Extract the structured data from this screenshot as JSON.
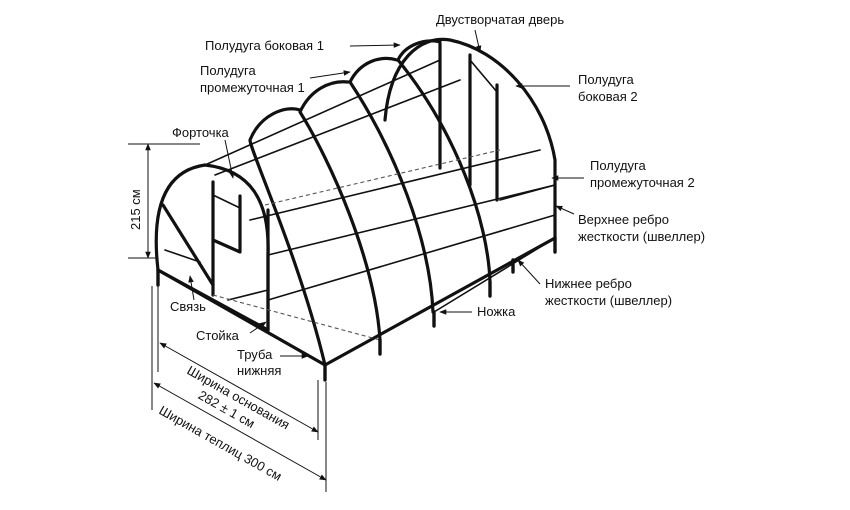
{
  "labels": {
    "half_arc_side_1": "Полудуга боковая 1",
    "double_door": "Двустворчатая дверь",
    "half_arc_intermediate_1": [
      "Полудуга",
      "промежуточная 1"
    ],
    "half_arc_side_2": [
      "Полудуга",
      "боковая 2"
    ],
    "window_vent": "Форточка",
    "half_arc_intermediate_2": [
      "Полудуга",
      "промежуточная 2"
    ],
    "upper_stiffener": [
      "Верхнее ребро",
      "жесткости (швеллер)"
    ],
    "lower_stiffener": [
      "Нижнее ребро",
      "жесткости (швеллер)"
    ],
    "leg": "Ножка",
    "tie": "Связь",
    "post": "Стойка",
    "bottom_pipe": [
      "Труба",
      "нижняя"
    ]
  },
  "dimensions": {
    "height": "215 см",
    "base_width": [
      "Ширина основания",
      "282 ± 1 см"
    ],
    "greenhouse_width": "Ширина теплиц 300 см"
  }
}
